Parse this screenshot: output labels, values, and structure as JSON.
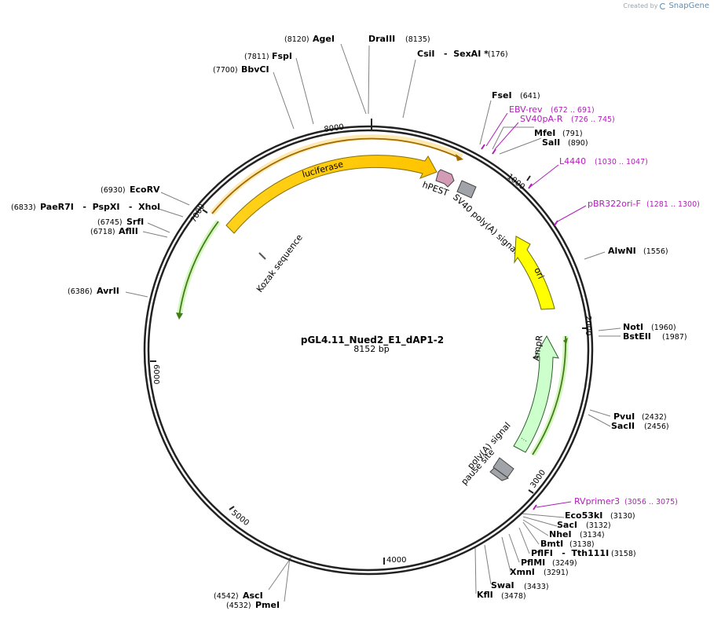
{
  "branding": {
    "created_by": "Created by",
    "product": "SnapGene"
  },
  "plasmid": {
    "name": "pGL4.11_Nued2_E1_dAP1-2",
    "size_label": "8152 bp",
    "length": 8152
  },
  "colors": {
    "backbone": "#222222",
    "site_line": "#808080",
    "primer": "#b01eb8",
    "luciferase": "#ffcc00",
    "luciferase_stroke": "#8a6d00",
    "hpest": "#d39bb5",
    "polyA": "#a0a4a8",
    "ori": "#ffff00",
    "ampr": "#ccffcc",
    "orf_green": "#4a8a1e",
    "orf_yellow": "#ffb82e"
  },
  "tick_marks": [
    "1000",
    "2000",
    "3000",
    "4000",
    "5000",
    "6000",
    "7000",
    "8000"
  ],
  "restriction_sites": [
    {
      "id": "agei",
      "name": "AgeI",
      "pos": "(8120)"
    },
    {
      "id": "draiii",
      "name": "DraIII",
      "pos": "(8135)"
    },
    {
      "id": "csii",
      "name": "CsiI   -  SexAI *",
      "pos": "(176)"
    },
    {
      "id": "fspi",
      "name": "FspI",
      "pos": "(7811)"
    },
    {
      "id": "bbvci",
      "name": "BbvCI",
      "pos": "(7700)"
    },
    {
      "id": "fsei",
      "name": "FseI",
      "pos": "(641)"
    },
    {
      "id": "mfei",
      "name": "MfeI",
      "pos": "(791)"
    },
    {
      "id": "sali",
      "name": "SalI",
      "pos": "(890)"
    },
    {
      "id": "ecorv",
      "name": "EcoRV",
      "pos": "(6930)"
    },
    {
      "id": "paer7i",
      "name": "PaeR7I   -  PspXI   -  XhoI",
      "pos": "(6833)"
    },
    {
      "id": "srfi",
      "name": "SrfI",
      "pos": "(6745)"
    },
    {
      "id": "aflii",
      "name": "AflII",
      "pos": "(6718)"
    },
    {
      "id": "alwni",
      "name": "AlwNI",
      "pos": "(1556)"
    },
    {
      "id": "avrii",
      "name": "AvrII",
      "pos": "(6386)"
    },
    {
      "id": "noti",
      "name": "NotI",
      "pos": "(1960)"
    },
    {
      "id": "bsteii",
      "name": "BstEII",
      "pos": "(1987)"
    },
    {
      "id": "pvui",
      "name": "PvuI",
      "pos": "(2432)"
    },
    {
      "id": "sacii",
      "name": "SacII",
      "pos": "(2456)"
    },
    {
      "id": "eco53ki",
      "name": "Eco53kI",
      "pos": "(3130)"
    },
    {
      "id": "saci",
      "name": "SacI",
      "pos": "(3132)"
    },
    {
      "id": "nhei",
      "name": "NheI",
      "pos": "(3134)"
    },
    {
      "id": "bmti",
      "name": "BmtI",
      "pos": "(3138)"
    },
    {
      "id": "pflfi",
      "name": "PflFI   -  Tth111I",
      "pos": "(3158)"
    },
    {
      "id": "pflmi",
      "name": "PflMI",
      "pos": "(3249)"
    },
    {
      "id": "xmni",
      "name": "XmnI",
      "pos": "(3291)"
    },
    {
      "id": "swai",
      "name": "SwaI",
      "pos": "(3433)"
    },
    {
      "id": "kfli",
      "name": "KflI",
      "pos": "(3478)"
    },
    {
      "id": "asci",
      "name": "AscI",
      "pos": "(4542)"
    },
    {
      "id": "pmei",
      "name": "PmeI",
      "pos": "(4532)"
    }
  ],
  "primers": [
    {
      "id": "ebv-rev",
      "name": "EBV-rev",
      "range": "(672 .. 691)"
    },
    {
      "id": "sv40pa-r",
      "name": "SV40pA-R",
      "range": "(726 .. 745)"
    },
    {
      "id": "l4440",
      "name": "L4440",
      "range": "(1030 .. 1047)"
    },
    {
      "id": "pbr322ori-f",
      "name": "pBR322ori-F",
      "range": "(1281 .. 1300)"
    },
    {
      "id": "rvprimer3",
      "name": "RVprimer3",
      "range": "(3056 .. 3075)"
    }
  ],
  "features": [
    {
      "id": "luciferase",
      "label": "luciferase"
    },
    {
      "id": "hpest",
      "label": "hPEST"
    },
    {
      "id": "sv40",
      "label": "SV40 poly(A) signal"
    },
    {
      "id": "ori",
      "label": "ori"
    },
    {
      "id": "ampr",
      "label": "AmpR"
    },
    {
      "id": "polya",
      "label": "poly(A) signal"
    },
    {
      "id": "pause",
      "label": "pause site"
    },
    {
      "id": "kozak",
      "label": "Kozak sequence"
    }
  ]
}
